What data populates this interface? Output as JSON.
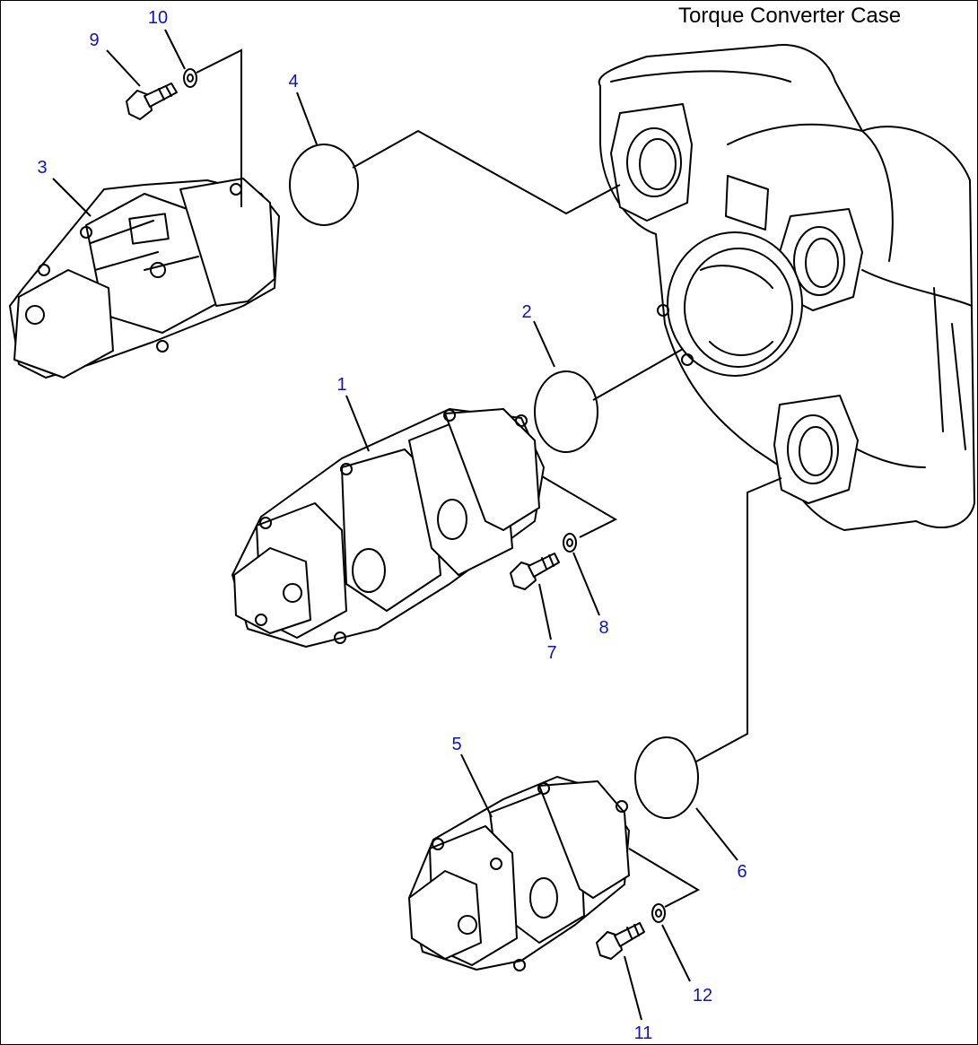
{
  "title": "Torque Converter Case",
  "callouts": {
    "c1": "1",
    "c2": "2",
    "c3": "3",
    "c4": "4",
    "c5": "5",
    "c6": "6",
    "c7": "7",
    "c8": "8",
    "c9": "9",
    "c10": "10",
    "c11": "11",
    "c12": "12"
  },
  "colors": {
    "callout": "#1010c8",
    "line": "#000000",
    "background": "#ffffff"
  }
}
